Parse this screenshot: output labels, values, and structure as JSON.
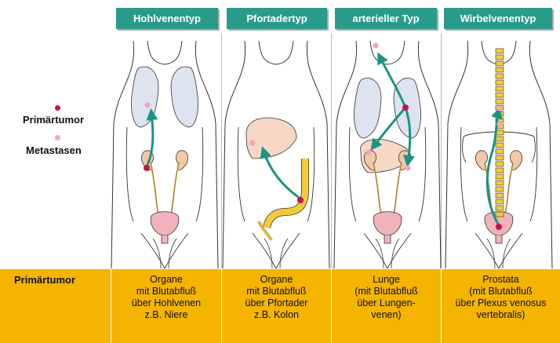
{
  "tabs": [
    "Hohlvenentyp",
    "Pfortadertyp",
    "arterieller Typ",
    "Wirbelvenentyp"
  ],
  "legend": {
    "primary": {
      "label": "Primärtumor",
      "color": "#c4154c"
    },
    "metastases": {
      "label": "Metastasen",
      "color": "#f2a6c0"
    }
  },
  "colors": {
    "tab": "#2a9b8b",
    "arrow": "#1a9484",
    "table": "#f4b400",
    "lung": "#dde3ef",
    "liver": "#f7d8c4",
    "kidney": "#f2c8a6",
    "bladder": "#f1b3bb"
  },
  "table": {
    "row_header": "Primärtumor",
    "cells": [
      [
        "Organe",
        "mit Blutabfluß",
        "über Hohlvenen",
        "z.B. Niere"
      ],
      [
        "Organe",
        "mit Blutabfluß",
        "über Pfortader",
        "z.B. Kolon"
      ],
      [
        "Lunge",
        "(mit Blutabfluß",
        "über Lungen-",
        "venen)"
      ],
      [
        "Prostata",
        "(mit Blutabfluß",
        "über Plexus venosus",
        "vertebralis)"
      ]
    ]
  }
}
